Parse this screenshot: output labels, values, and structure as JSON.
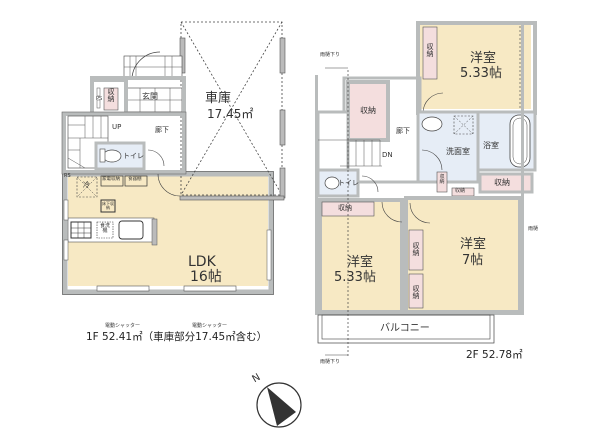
{
  "floor1": {
    "garage": {
      "name": "車庫",
      "area": "17.45㎡"
    },
    "entrance": "玄関",
    "storage": "収納",
    "ps": "PS",
    "hall": "廊下",
    "up": "UP",
    "toilet": "トイレ",
    "rs": "RS",
    "fridge": "冷",
    "pantry1": "家電収納",
    "pantry2": "食器棚",
    "underfloor": "床下収納",
    "dishwasher": "食洗機",
    "ldk": {
      "name": "LDK",
      "size": "16帖"
    },
    "shutter1": "電動シャッター",
    "shutter2": "電動シャッター",
    "summary": "1F 52.41㎡（車庫部分17.45㎡含む）"
  },
  "floor2": {
    "rain_pipe_top": "雨樋下り",
    "rain_pipe_bottom": "雨樋下り",
    "rain_pipe_right": "雨樋",
    "room_ne": {
      "name": "洋室",
      "size": "5.33帖"
    },
    "storage_ne": "収納",
    "storage_center": "収納",
    "hall": "廊下",
    "dn": "DN",
    "washroom": "洗面室",
    "bathroom": "浴室",
    "storage_bath": "収納",
    "storage_small1": "収納",
    "storage_small2": "収納",
    "toilet": "トイレ",
    "storage_sw": "収納",
    "room_sw": {
      "name": "洋室",
      "size": "5.33帖"
    },
    "room_se": {
      "name": "洋室",
      "size": "7帖"
    },
    "storage_se1": "収納",
    "storage_se2": "収納",
    "balcony": "バルコニー",
    "summary": "2F 52.78㎡"
  },
  "compass": {
    "label": "N"
  },
  "colors": {
    "wall": "#b9bcbc",
    "wall_edge": "#555555",
    "room_yellow": "#f7e9c4",
    "storage_pink": "#f4dede",
    "wet_blue": "#e6edf6",
    "compass_fill": "#333333"
  }
}
